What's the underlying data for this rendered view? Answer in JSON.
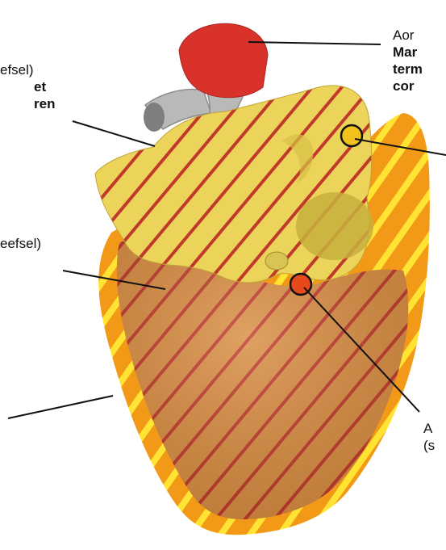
{
  "figure": {
    "colors": {
      "aorta": "#d9322a",
      "vessel": "#b9b9b9",
      "atria": "#ecd45a",
      "ventricle": "#d98c40",
      "border": "#f29a18",
      "stripe": "#c0392b",
      "border_stripe": "#ffe433",
      "sa_node": "#f2c21a",
      "av_node": "#e64a1c"
    }
  },
  "labels": {
    "top_right": {
      "line1": "Aor",
      "bold1": "Mar",
      "bold2": "term",
      "bold3": "cor"
    },
    "top_left": {
      "line1": "efsel)",
      "bold1": "et",
      "bold2": "ren"
    },
    "mid_left": {
      "line1": "eefsel)"
    },
    "bottom_right": {
      "line1": "A",
      "line2": "(s"
    }
  }
}
